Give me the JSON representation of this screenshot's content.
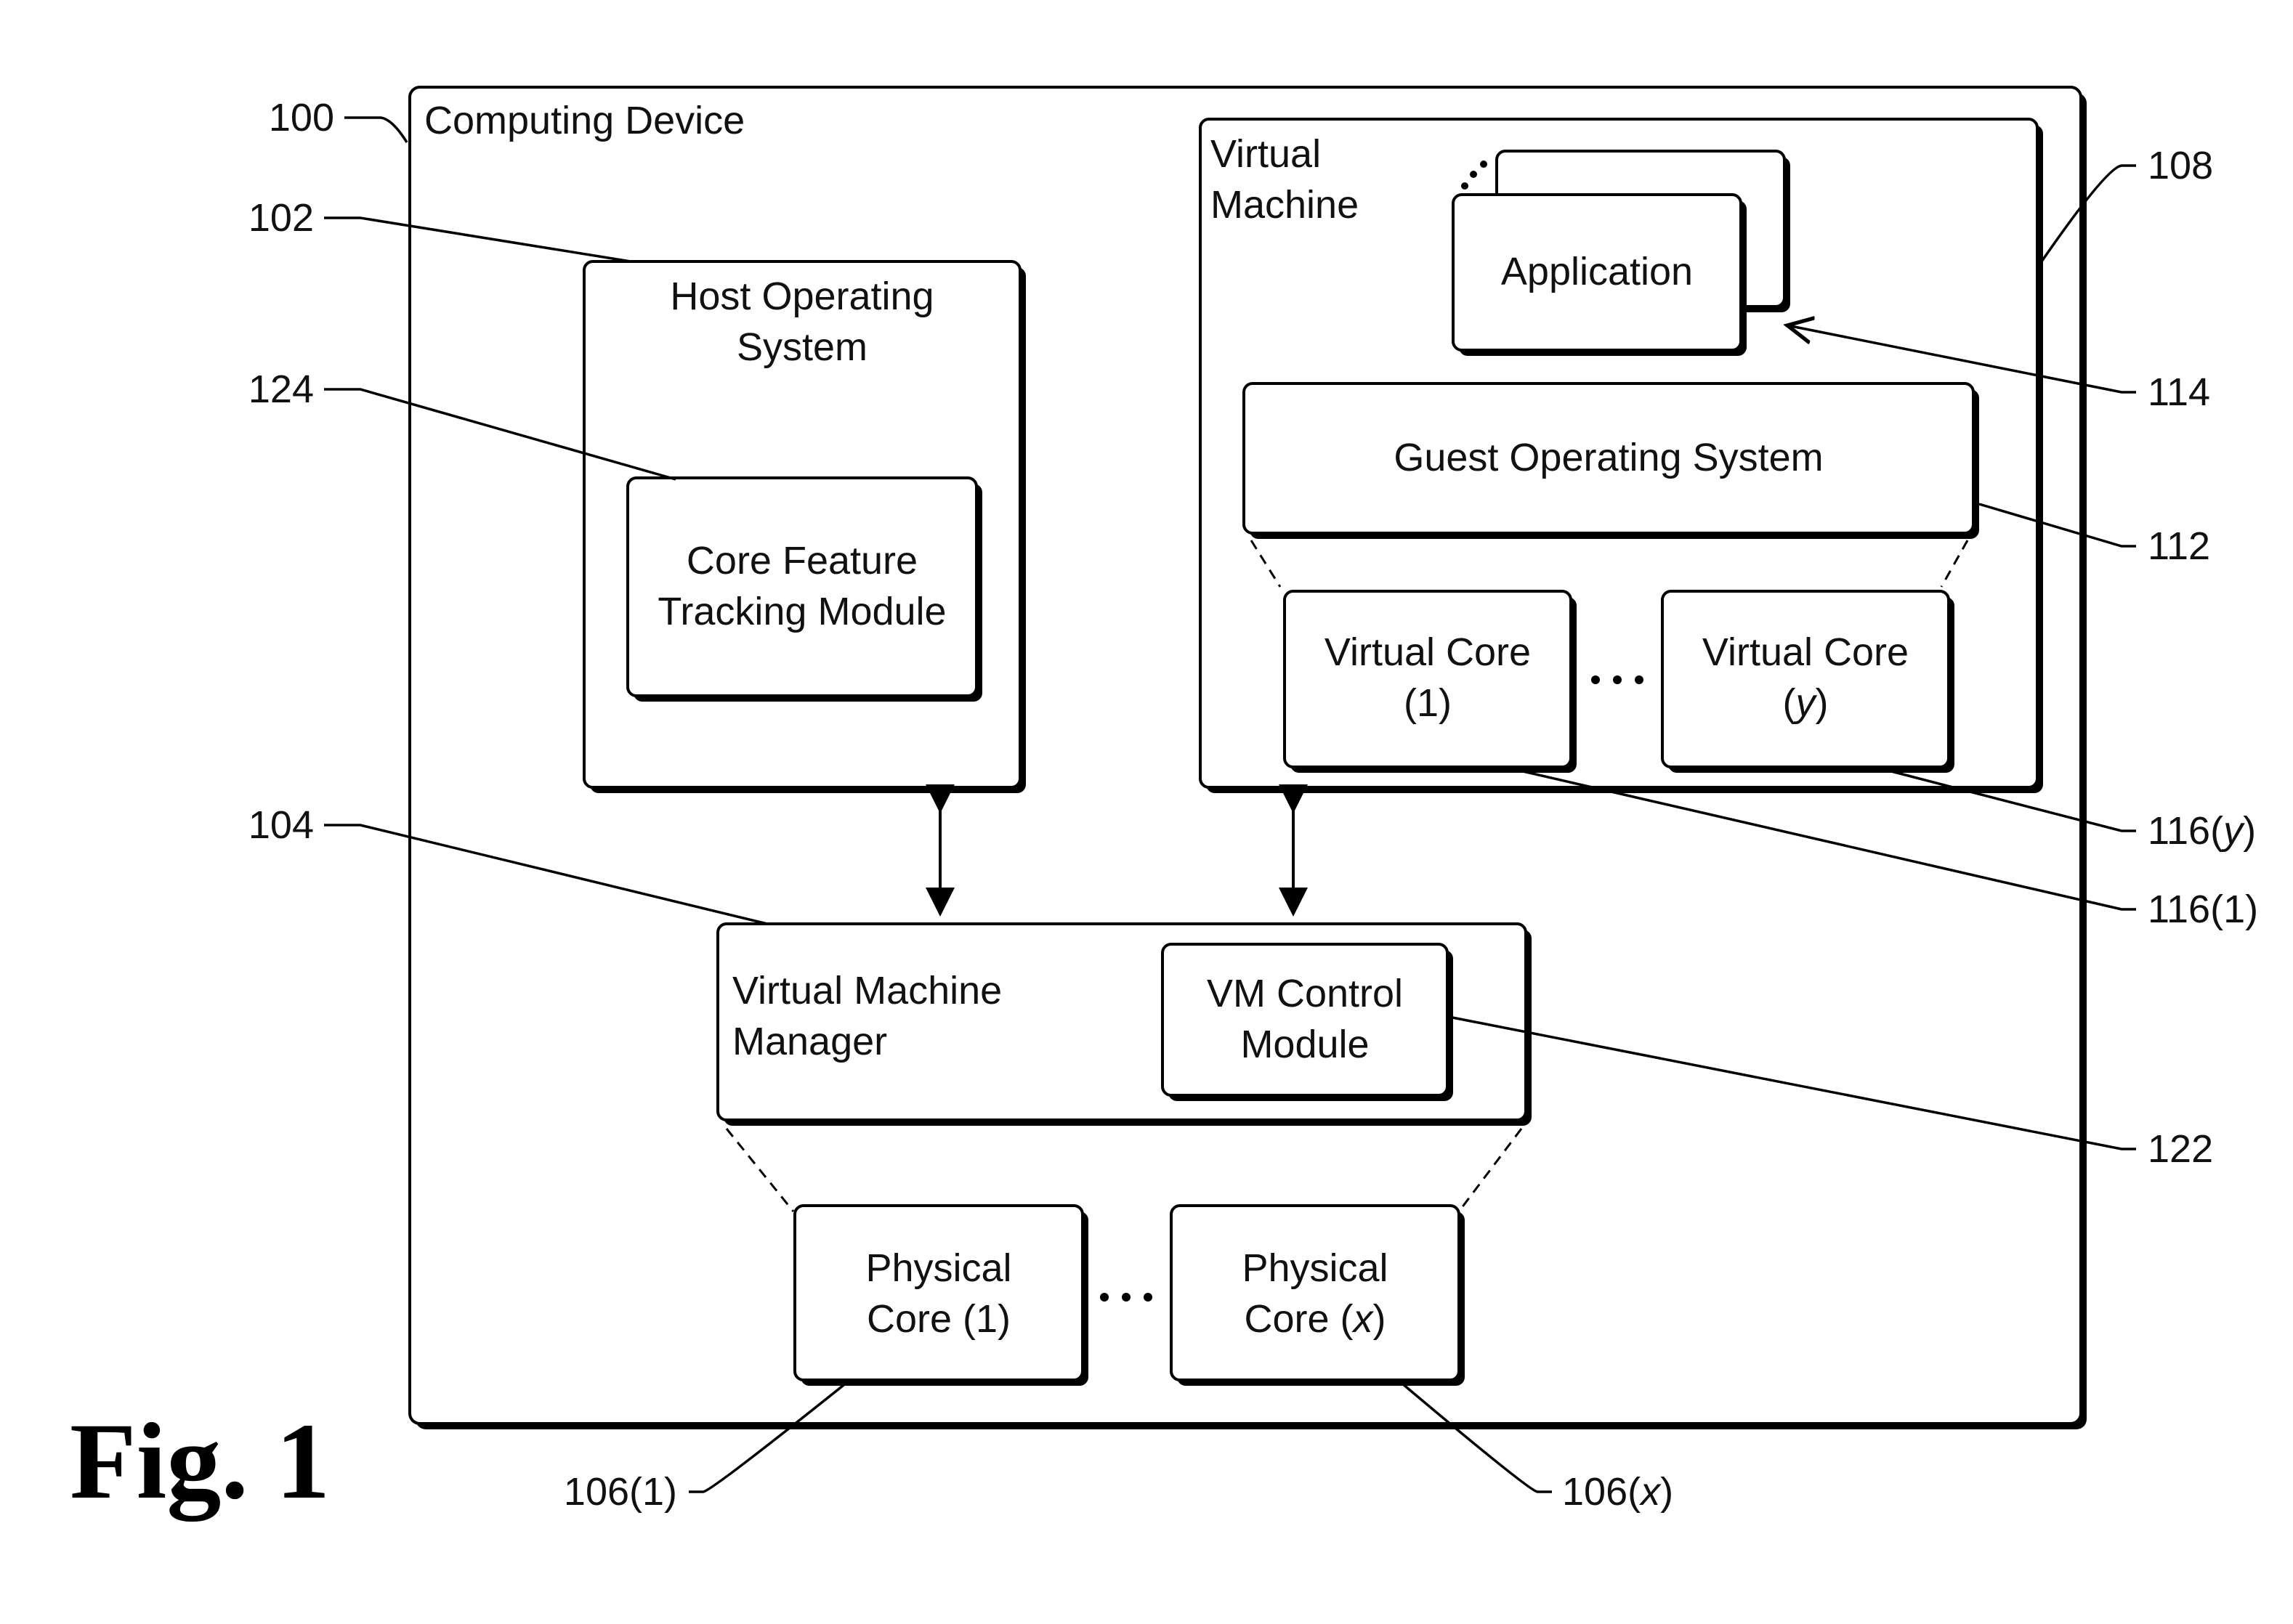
{
  "figure": {
    "label": "Fig. 1"
  },
  "boxes": {
    "computing_device": "Computing Device",
    "host_os_line1": "Host Operating",
    "host_os_line2": "System",
    "tracking_line1": "Core Feature",
    "tracking_line2": "Tracking Module",
    "vm_line1": "Virtual",
    "vm_line2": "Machine",
    "application": "Application",
    "guest_os": "Guest Operating System",
    "vcore1_line1": "Virtual Core",
    "vcore1_line2": "(1)",
    "vcorey_line1": "Virtual Core",
    "vcorey_line2_open": "(",
    "vcorey_line2_var": "y",
    "vcorey_line2_close": ")",
    "vmm_line1": "Virtual Machine",
    "vmm_line2": "Manager",
    "vmcontrol_line1": "VM Control",
    "vmcontrol_line2": "Module",
    "pcore1_line1": "Physical",
    "pcore1_line2": "Core (1)",
    "pcorex_line1": "Physical",
    "pcorex_line2_prefix": "Core (",
    "pcorex_line2_var": "x",
    "pcorex_line2_suffix": ")"
  },
  "refs": {
    "r100": "100",
    "r102": "102",
    "r124": "124",
    "r104": "104",
    "r108": "108",
    "r114": "114",
    "r112": "112",
    "r116y_prefix": "116(",
    "r116y_var": "y",
    "r116y_suffix": ")",
    "r1161": "116(1)",
    "r122": "122",
    "r1061": "106(1)",
    "r106x_prefix": "106(",
    "r106x_var": "x",
    "r106x_suffix": ")"
  },
  "ellipses": {
    "vcores": "...",
    "pcores": "..."
  }
}
